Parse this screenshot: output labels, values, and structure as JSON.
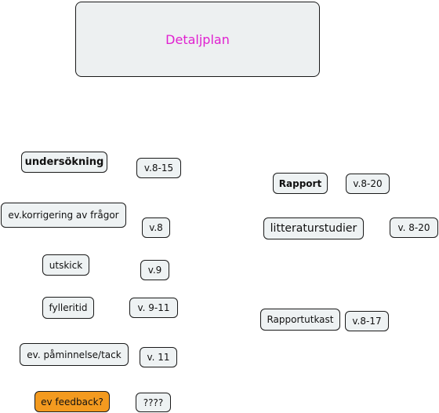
{
  "title": {
    "text": "Detaljplan",
    "color": "#e020d0"
  },
  "left_nodes": [
    {
      "label": "undersökning",
      "week": "v.8-15"
    },
    {
      "label": "ev.korrigering av frågor",
      "week": "v.8"
    },
    {
      "label": "utskick",
      "week": "v.9"
    },
    {
      "label": "fylleritid",
      "week": "v. 9-11"
    },
    {
      "label": "ev. påminnelse/tack",
      "week": "v. 11"
    },
    {
      "label": "ev feedback?",
      "week": "????"
    }
  ],
  "right_nodes": [
    {
      "label": "Rapport",
      "week": "v.8-20"
    },
    {
      "label": "litteraturstudier",
      "week": "v. 8-20"
    },
    {
      "label": "Rapportutkast",
      "week": "v.8-17"
    }
  ],
  "colors": {
    "node_fill": "#eef2f3",
    "highlight_fill": "#f39a1f",
    "border": "#1a1a1a"
  }
}
